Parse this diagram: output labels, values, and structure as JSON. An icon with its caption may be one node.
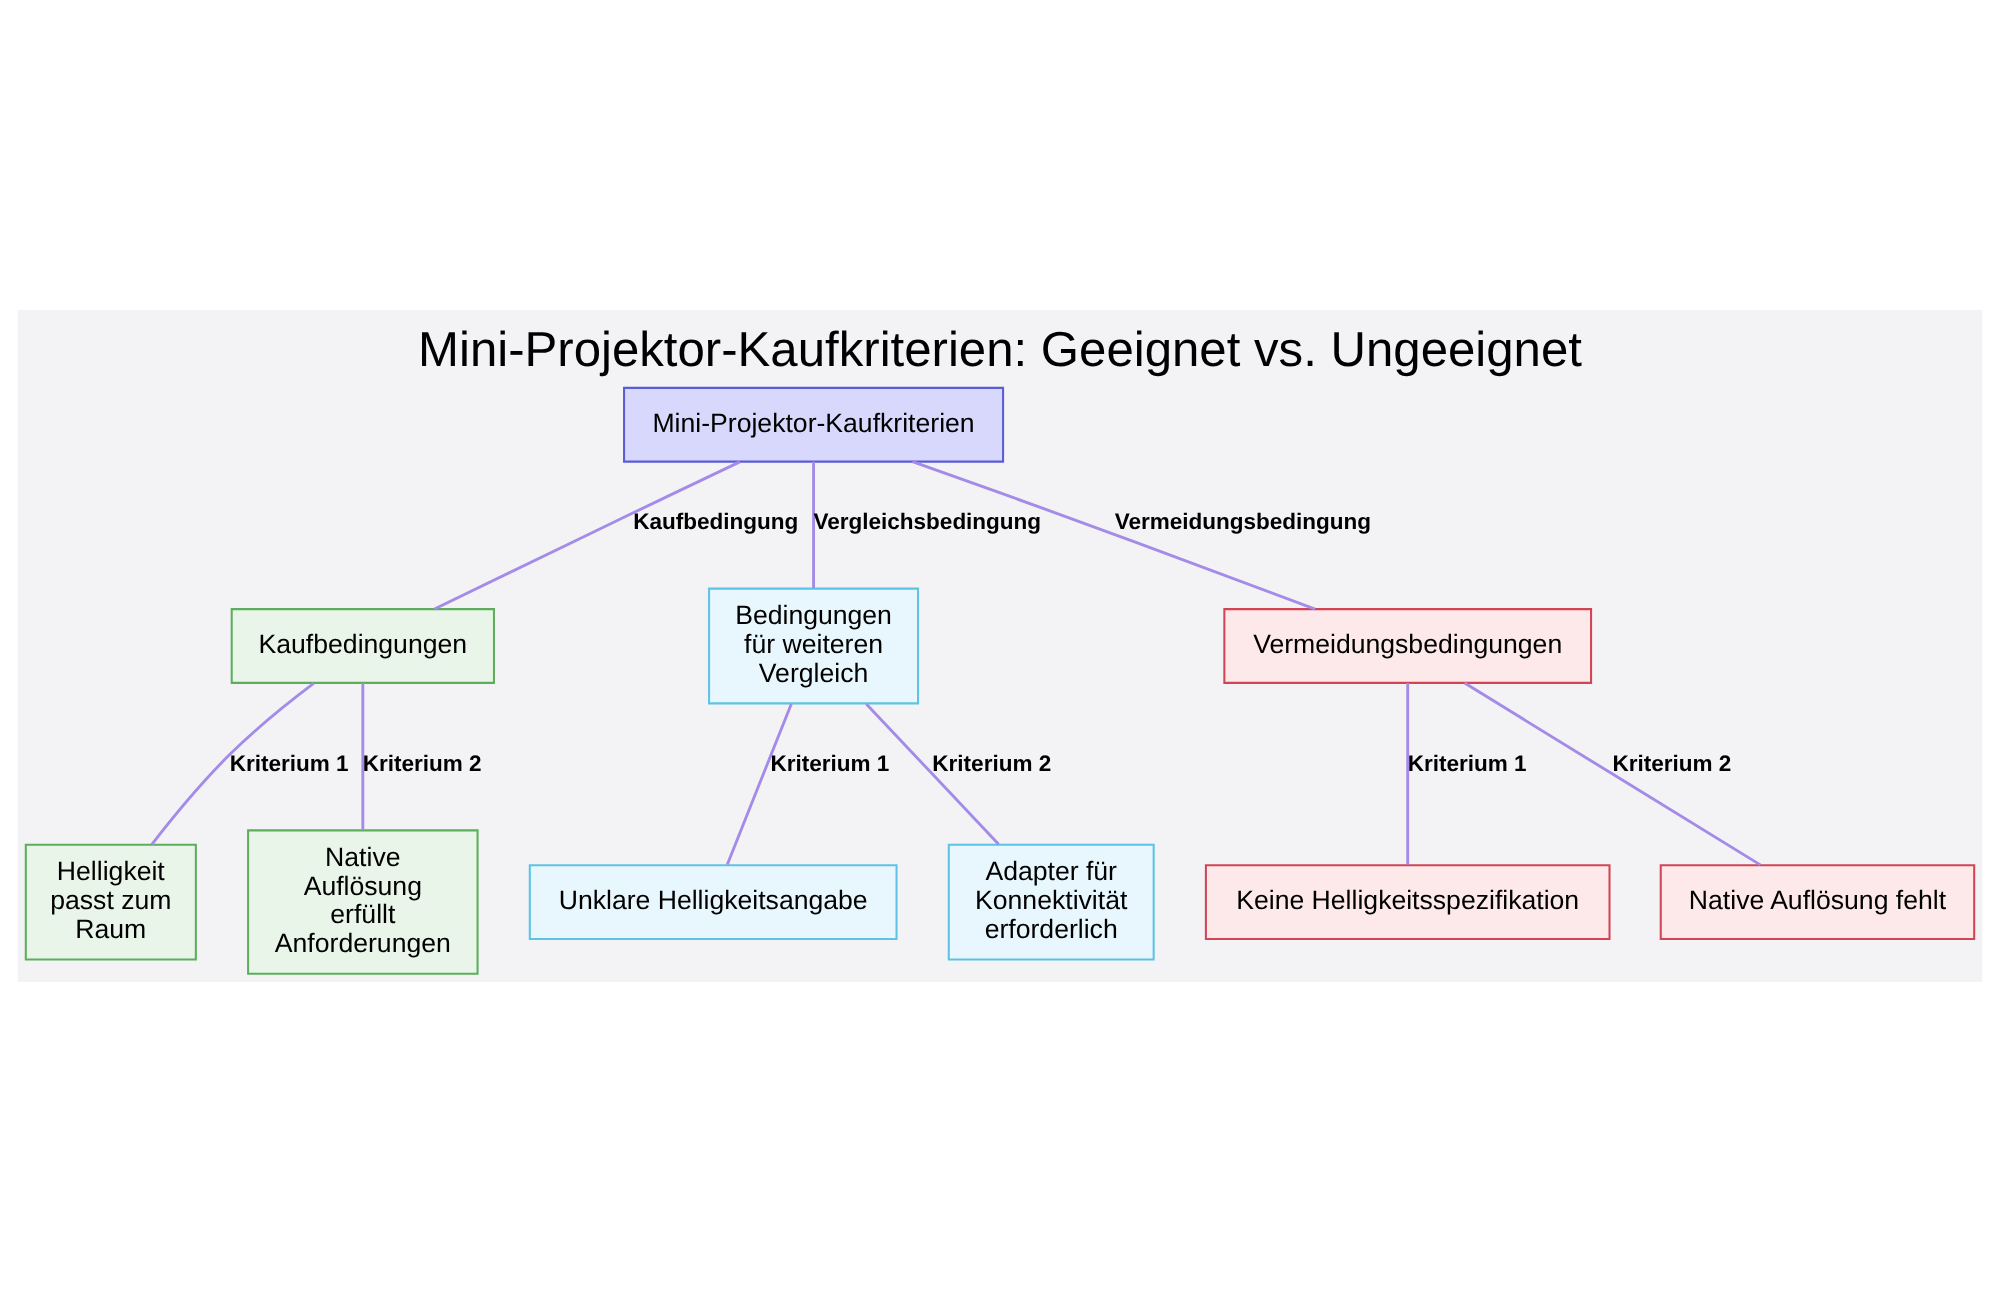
{
  "diagram": {
    "title": "Mini-Projektor-Kaufkriterien: Geeignet vs. Ungeeignet",
    "nodes": [
      {
        "text": [
          "Mini-Projektor-Kaufkriterien"
        ]
      },
      {
        "text": [
          "Kaufbedingungen"
        ]
      },
      {
        "text": [
          "Bedingungen für weiteren Vergleich"
        ]
      },
      {
        "text": [
          "Vermeidungsbedingungen"
        ]
      },
      {
        "text": [
          "Helligkeit passt zum Raum"
        ]
      },
      {
        "text": [
          "Native Auflösung erfüllt Anforderungen"
        ]
      },
      {
        "text": [
          "Unklare Helligkeitsangabe"
        ]
      },
      {
        "text": [
          "Adapter für Konnektivität erforderlich"
        ]
      },
      {
        "text": [
          "Keine Helligkeitsspezifikation"
        ]
      },
      {
        "text": [
          "Native Auflösung fehlt"
        ]
      }
    ],
    "edges": [
      {
        "from": 0,
        "to": 1,
        "arrow": "none",
        "label": "Kaufbedingung"
      },
      {
        "from": 0,
        "to": 2,
        "arrow": "none",
        "label": "Vergleichsbedingung"
      },
      {
        "from": 0,
        "to": 3,
        "arrow": "none",
        "label": "Vermeidungsbedingung"
      },
      {
        "from": 1,
        "to": 4,
        "arrow": "none",
        "label": "Kriterium 1"
      },
      {
        "from": 1,
        "to": 5,
        "arrow": "none",
        "label": "Kriterium 2"
      },
      {
        "from": 2,
        "to": 6,
        "arrow": "none",
        "label": "Kriterium 1"
      },
      {
        "from": 2,
        "to": 7,
        "arrow": "none",
        "label": "Kriterium 2"
      },
      {
        "from": 3,
        "to": 8,
        "arrow": "none",
        "label": "Kriterium 1"
      },
      {
        "from": 3,
        "to": 9,
        "arrow": "none",
        "label": "Kriterium 2"
      }
    ]
  }
}
